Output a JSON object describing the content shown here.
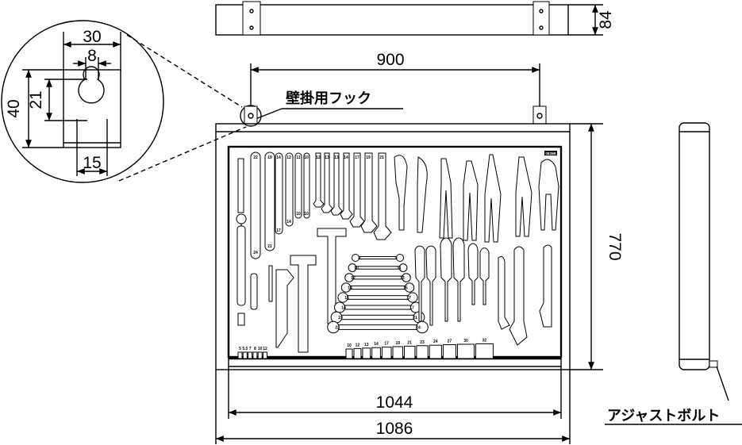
{
  "dimensions": {
    "height_top": "84",
    "hook_spacing": "900",
    "height_front": "770",
    "inner_width": "1044",
    "outer_width": "1086",
    "detail_width": "30",
    "detail_slot": "8",
    "detail_height": "40",
    "detail_slot_height": "21",
    "detail_bottom": "15"
  },
  "labels": {
    "wall_hook": "壁掛用フック",
    "adjust_bolt": "アジャストボルト",
    "board_badge": "0835B"
  },
  "wrench_top_sizes": [
    "22",
    "19",
    "14",
    "12",
    "11",
    "10",
    "12",
    "13",
    "13",
    "14",
    "17",
    "19",
    "21"
  ],
  "wrench_bottom_sizes": [
    "24",
    "21",
    "17",
    "14",
    "10",
    "10"
  ],
  "open_wrench_sizes": [
    [
      "8",
      "9"
    ],
    [
      "10",
      "11"
    ],
    [
      "12",
      "13"
    ],
    [
      "14",
      "15"
    ],
    [
      "16",
      "17"
    ],
    [
      "14",
      "17"
    ],
    [
      "19",
      "21"
    ],
    [
      "22",
      "24"
    ]
  ],
  "small_socket_sizes": [
    "5",
    "5.5",
    "7",
    "8",
    "10",
    "12"
  ],
  "large_socket_sizes": [
    "10",
    "12",
    "13",
    "14",
    "17",
    "19",
    "21",
    "23",
    "24",
    "27",
    "30",
    "32"
  ]
}
